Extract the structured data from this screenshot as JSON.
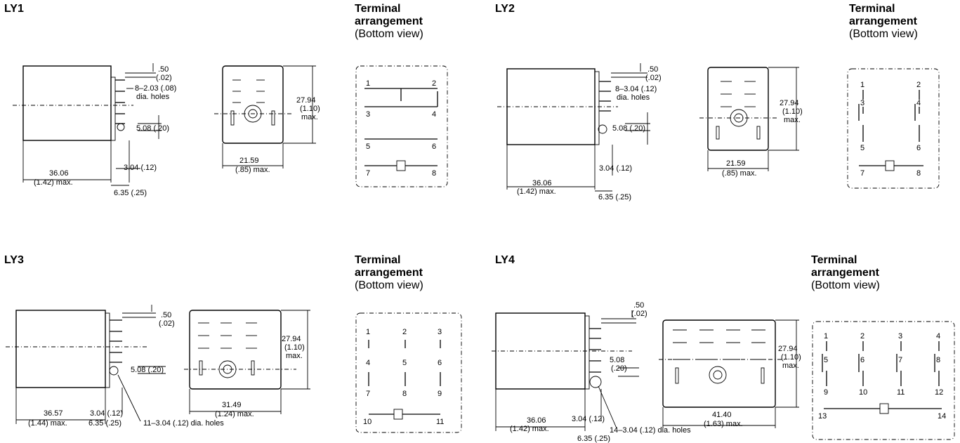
{
  "models": [
    {
      "id": "LY1",
      "name": "LY1",
      "side_dims": {
        "top": ".50",
        "top_in": "(.02)",
        "holes": "8–2.03 (.08)",
        "holes2": "dia. holes",
        "pitch": "5.08 (.20)",
        "len": "36.06",
        "len_in": "(1.42) max.",
        "p1": "3.04 (.12)",
        "p2": "6.35 (.25)"
      },
      "front_dims": {
        "h": "27.94",
        "h_in": "(1.10)",
        "h_max": "max.",
        "w": "21.59",
        "w_in": "(.85) max."
      },
      "terminal_heading": "Terminal",
      "terminal_heading2": "arrangement",
      "terminal_view": "(Bottom view)",
      "terminals": [
        "1",
        "2",
        "3",
        "4",
        "5",
        "6",
        "7",
        "8"
      ]
    },
    {
      "id": "LY2",
      "name": "LY2",
      "side_dims": {
        "top": ".50",
        "top_in": "(.02)",
        "holes": "8–3.04 (.12)",
        "holes2": "dia. holes",
        "pitch": "5.08 (.20)",
        "len": "36.06",
        "len_in": "(1.42) max.",
        "p1": "3.04 (.12)",
        "p2": "6.35 (.25)"
      },
      "front_dims": {
        "h": "27.94",
        "h_in": "(1.10)",
        "h_max": "max.",
        "w": "21.59",
        "w_in": "(.85) max."
      },
      "terminal_heading": "Terminal",
      "terminal_heading2": "arrangement",
      "terminal_view": "(Bottom view)",
      "terminals": [
        "1",
        "2",
        "3",
        "4",
        "5",
        "6",
        "7",
        "8"
      ]
    },
    {
      "id": "LY3",
      "name": "LY3",
      "side_dims": {
        "top": ".50",
        "top_in": "(.02)",
        "pitch": "5.08 (.20)",
        "len": "36.57",
        "len_in": "(1.44) max.",
        "p1": "3.04 (.12)",
        "p2": "6.35 (.25)",
        "holes": "11–3.04 (.12) dia. holes"
      },
      "front_dims": {
        "h": "27.94",
        "h_in": "(1.10)",
        "h_max": "max.",
        "w": "31.49",
        "w_in": "(1.24) max."
      },
      "terminal_heading": "Terminal",
      "terminal_heading2": "arrangement",
      "terminal_view": "(Bottom view)",
      "terminals": [
        "1",
        "2",
        "3",
        "4",
        "5",
        "6",
        "7",
        "8",
        "9",
        "10",
        "11"
      ]
    },
    {
      "id": "LY4",
      "name": "LY4",
      "side_dims": {
        "top": ".50",
        "top_in": "(.02)",
        "pitch": "5.08",
        "pitch_in": "(.20)",
        "len": "36.06",
        "len_in": "(1.42) max.",
        "p1": "3.04 (.12)",
        "p2": "6.35 (.25)",
        "holes": "14–3.04 (.12) dia. holes"
      },
      "front_dims": {
        "h": "27.94",
        "h_in": "(1.10)",
        "h_max": "max.",
        "w": "41.40",
        "w_in": "(1.63) max."
      },
      "terminal_heading": "Terminal",
      "terminal_heading2": "arrangement",
      "terminal_view": "(Bottom view)",
      "terminals": [
        "1",
        "2",
        "3",
        "4",
        "5",
        "6",
        "7",
        "8",
        "9",
        "10",
        "11",
        "12",
        "13",
        "14"
      ]
    }
  ]
}
